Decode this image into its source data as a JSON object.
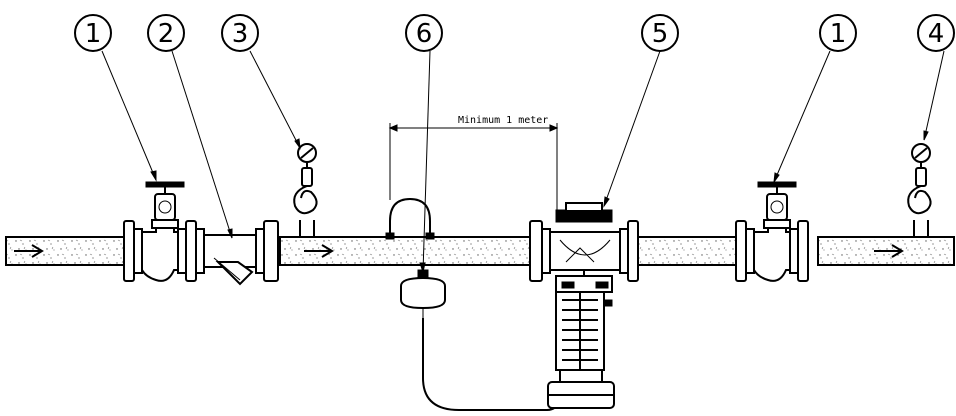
{
  "diagram": {
    "callouts": [
      {
        "id": "c1a",
        "label": "1"
      },
      {
        "id": "c2",
        "label": "2"
      },
      {
        "id": "c3",
        "label": "3"
      },
      {
        "id": "c6",
        "label": "6"
      },
      {
        "id": "c5",
        "label": "5"
      },
      {
        "id": "c1b",
        "label": "1"
      },
      {
        "id": "c4",
        "label": "4"
      }
    ],
    "dimension_label": "Minimum 1 meter",
    "flow_direction": "left-to-right",
    "colors": {
      "line": "#000000",
      "background": "#ffffff"
    }
  }
}
